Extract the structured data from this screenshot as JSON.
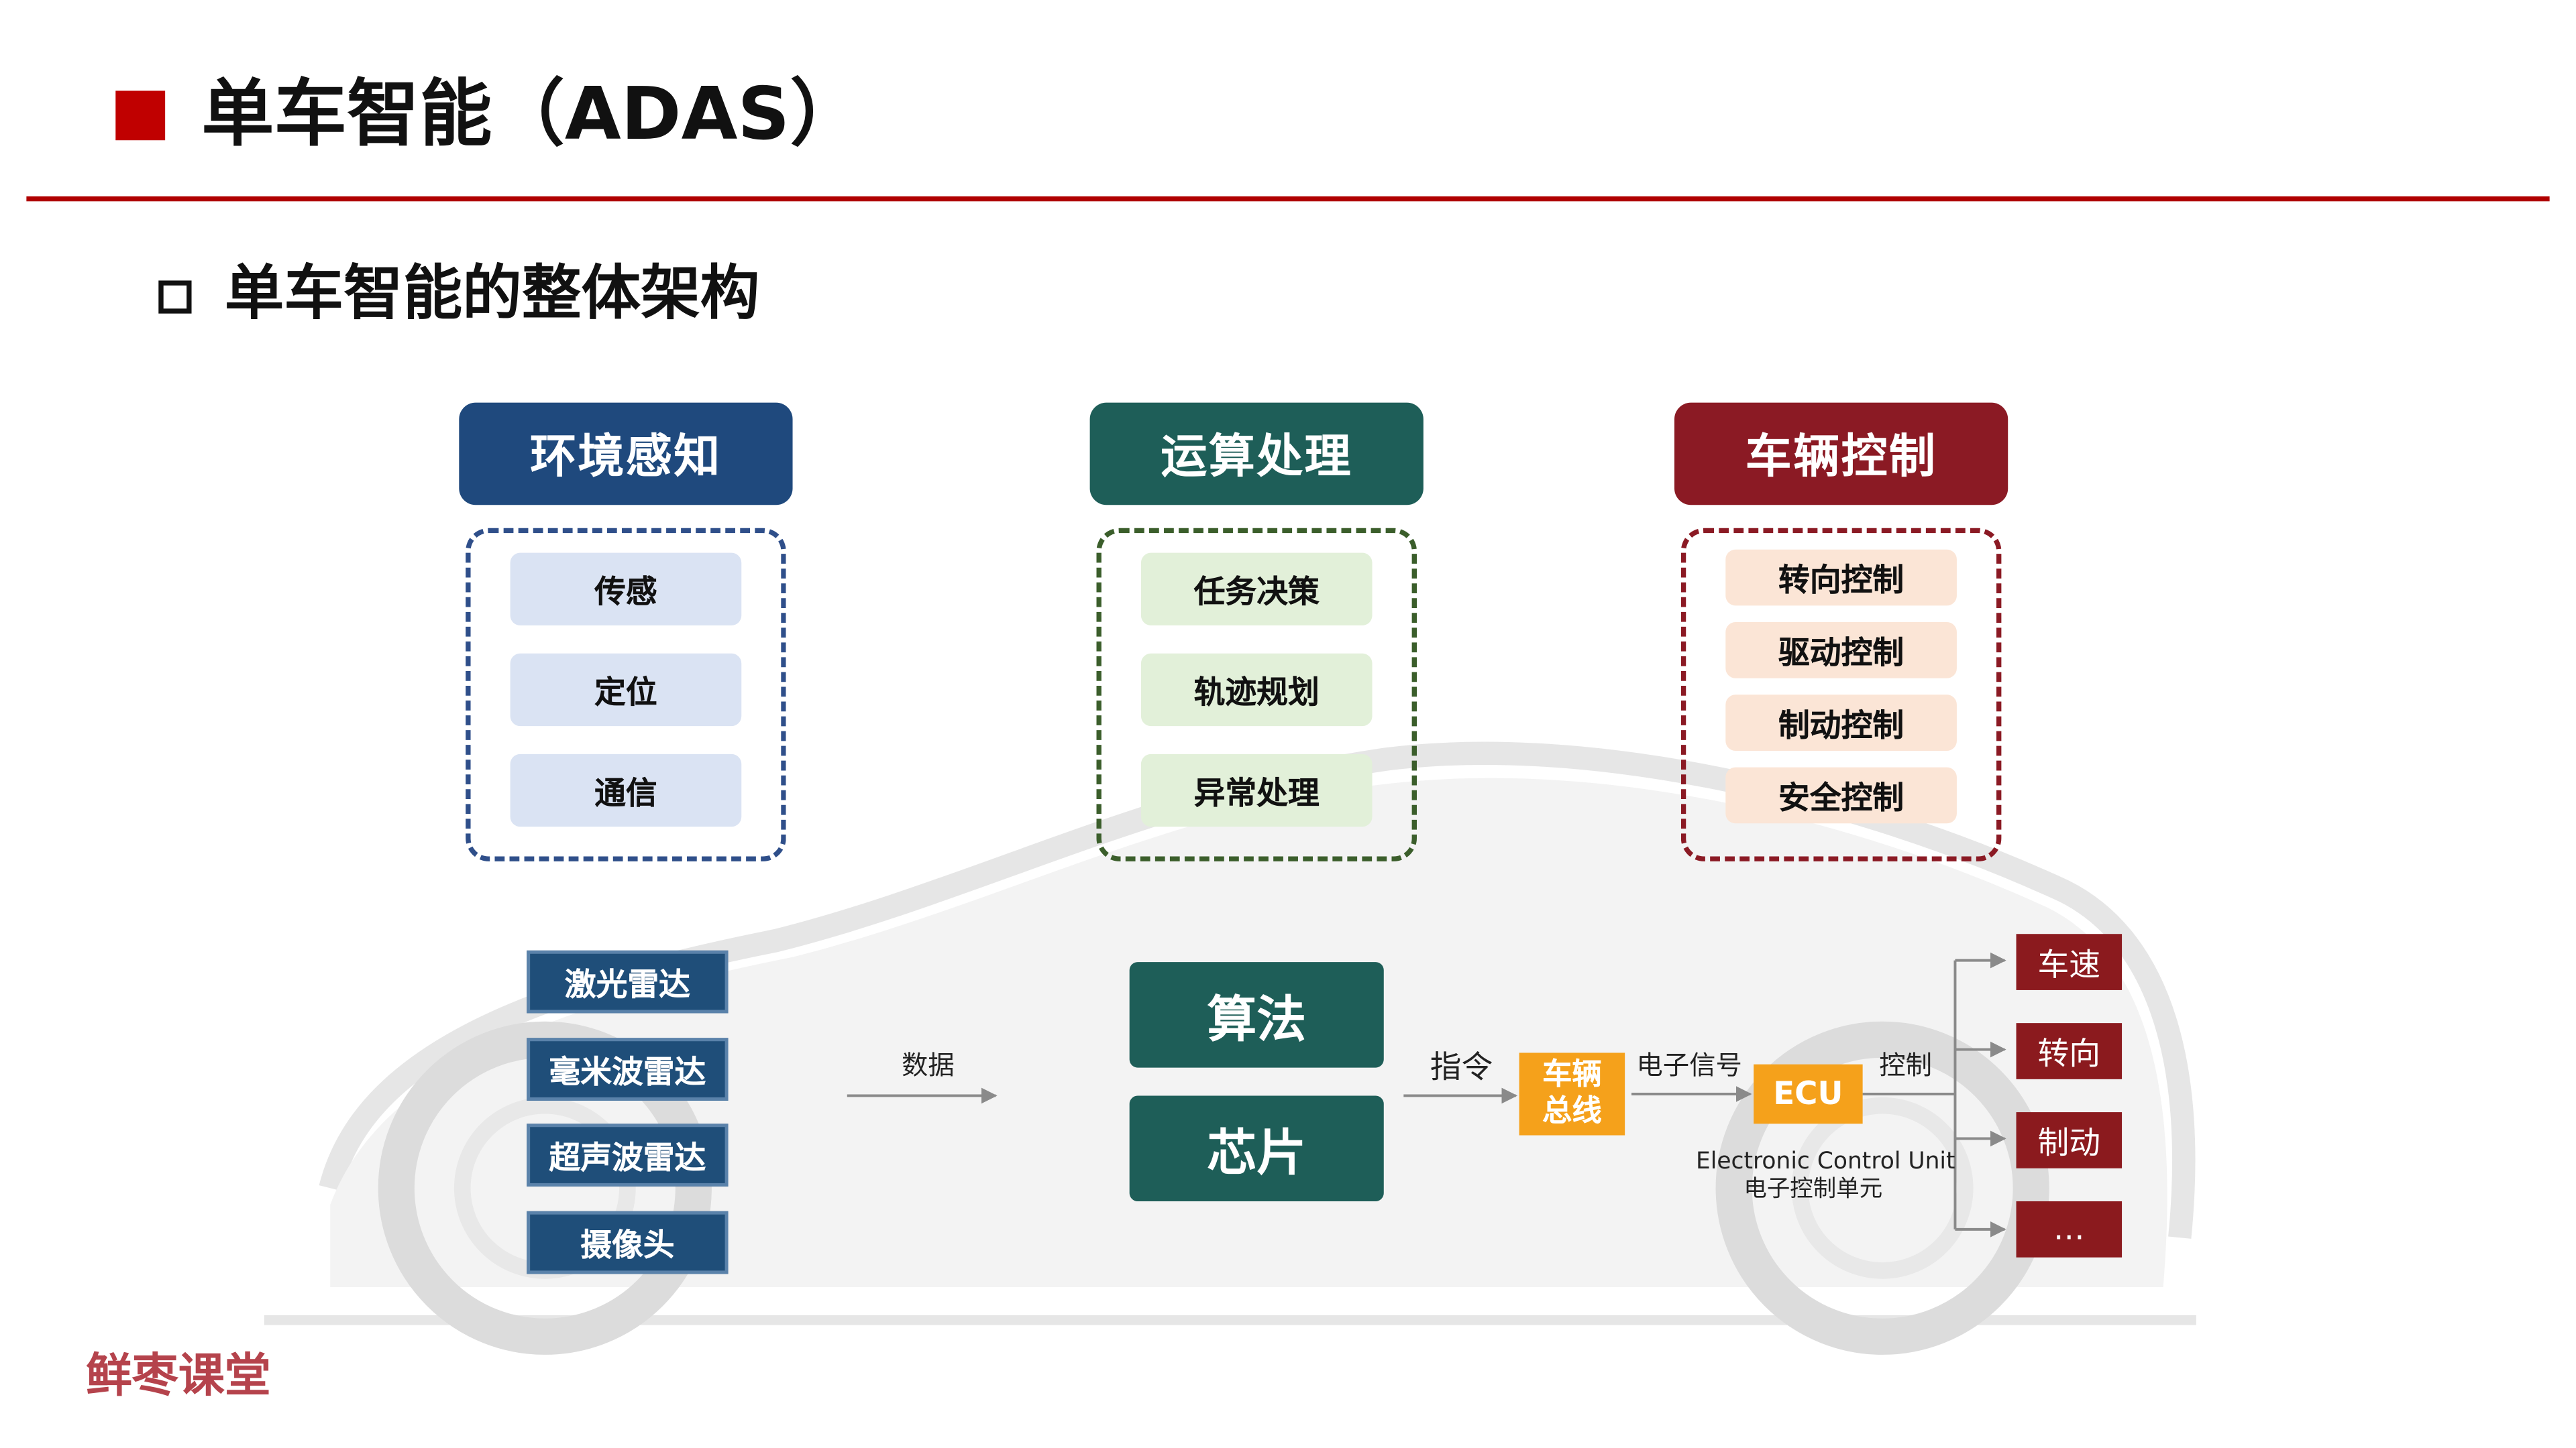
{
  "header": {
    "title": "单车智能（ADAS）",
    "subtitle": "单车智能的整体架构"
  },
  "categories": [
    {
      "title": "环境感知",
      "color": "#1f497d",
      "items": [
        "传感",
        "定位",
        "通信"
      ]
    },
    {
      "title": "运算处理",
      "color": "#1e5e58",
      "items": [
        "任务决策",
        "轨迹规划",
        "异常处理"
      ]
    },
    {
      "title": "车辆控制",
      "color": "#8b1a24",
      "items": [
        "转向控制",
        "驱动控制",
        "制动控制",
        "安全控制"
      ]
    }
  ],
  "flow": {
    "sensors": [
      "激光雷达",
      "毫米波雷达",
      "超声波雷达",
      "摄像头"
    ],
    "data_label": "数据",
    "processing": [
      "算法",
      "芯片"
    ],
    "command_label": "指令",
    "bus_label": "车辆总线",
    "signal_label": "电子信号",
    "ecu_label": "ECU",
    "ecu_caption_en": "Electronic Control Unit",
    "ecu_caption_cn": "电子控制单元",
    "control_label": "控制",
    "outputs": [
      "车速",
      "转向",
      "制动",
      "…"
    ]
  },
  "brand": "鲜枣课堂",
  "colors": {
    "accent_red": "#c00000",
    "perception_blue": "#1f497d",
    "processing_green": "#1e5e58",
    "control_red": "#8b1a24",
    "bus_orange": "#f5a11b",
    "sensor_blue": "#1f4e79"
  }
}
